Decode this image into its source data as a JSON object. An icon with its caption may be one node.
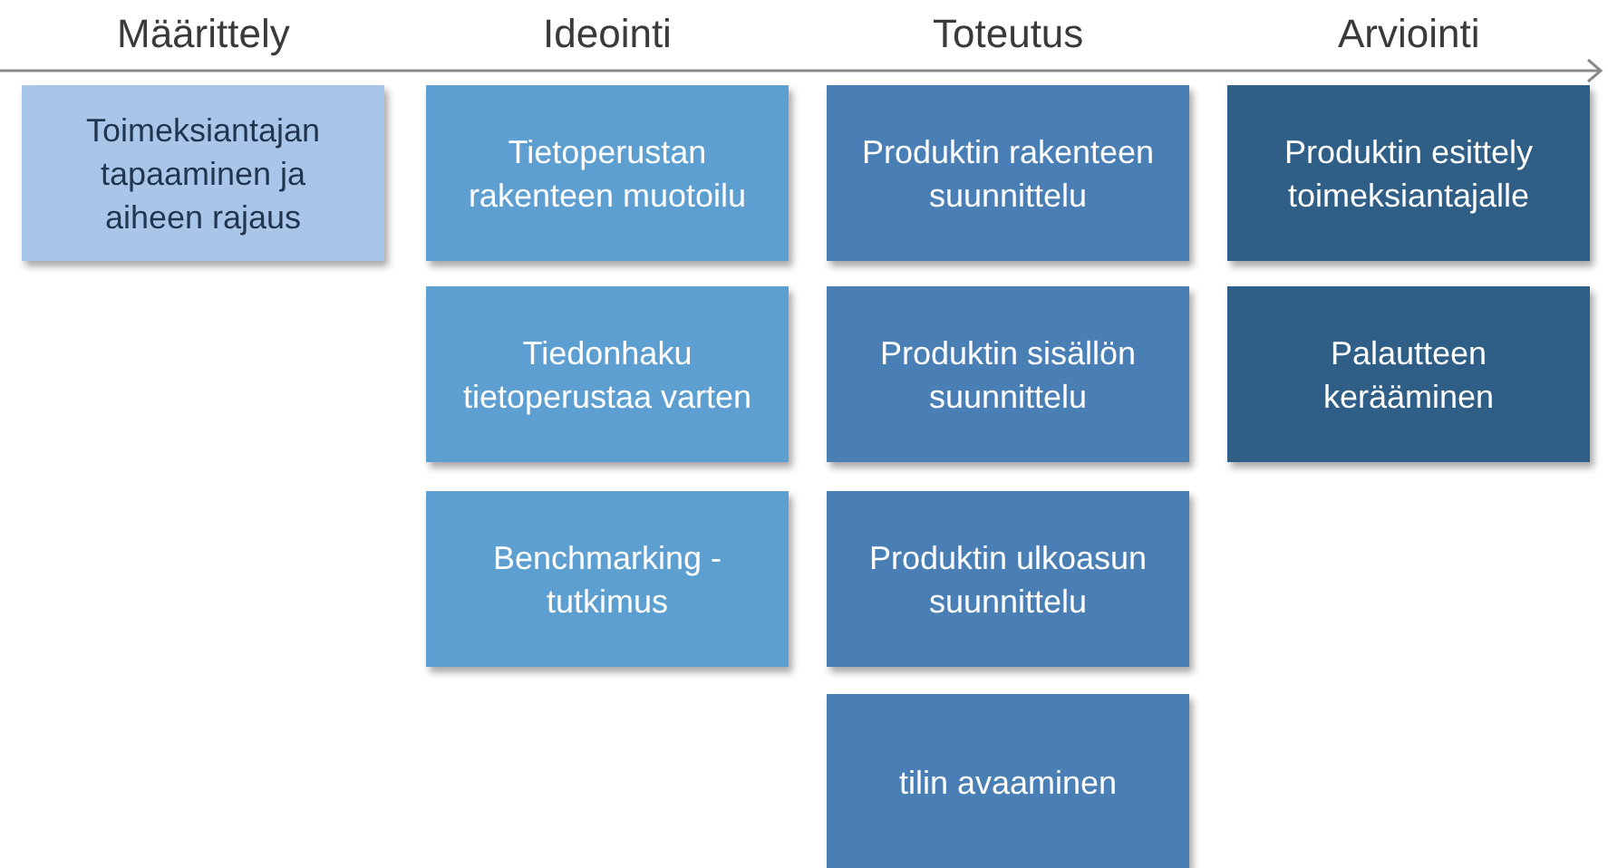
{
  "diagram": {
    "nodes": [
      {
        "text": [
          "Toimeksiantajan tapaaminen ja aiheen rajaus"
        ]
      },
      {
        "text": [
          "Tietoperustan rakenteen muotoilu"
        ]
      },
      {
        "text": [
          "Tiedonhaku tietoperustaa varten"
        ]
      },
      {
        "text": [
          "Benchmarking -tutkimus"
        ]
      },
      {
        "text": [
          "Produktin rakenteen suunnittelu"
        ]
      },
      {
        "text": [
          "Produktin sisällön suunnittelu"
        ]
      },
      {
        "text": [
          "Produktin ulkoasun suunnittelu"
        ]
      },
      {
        "text": [
          "tilin avaaminen"
        ]
      },
      {
        "text": [
          "Produktin esittely toimeksiantajalle"
        ]
      },
      {
        "text": [
          "Palautteen kerääminen"
        ]
      }
    ],
    "labels": [
      "Määrittely",
      "Ideointi",
      "Toteutus",
      "Arviointi"
    ]
  }
}
